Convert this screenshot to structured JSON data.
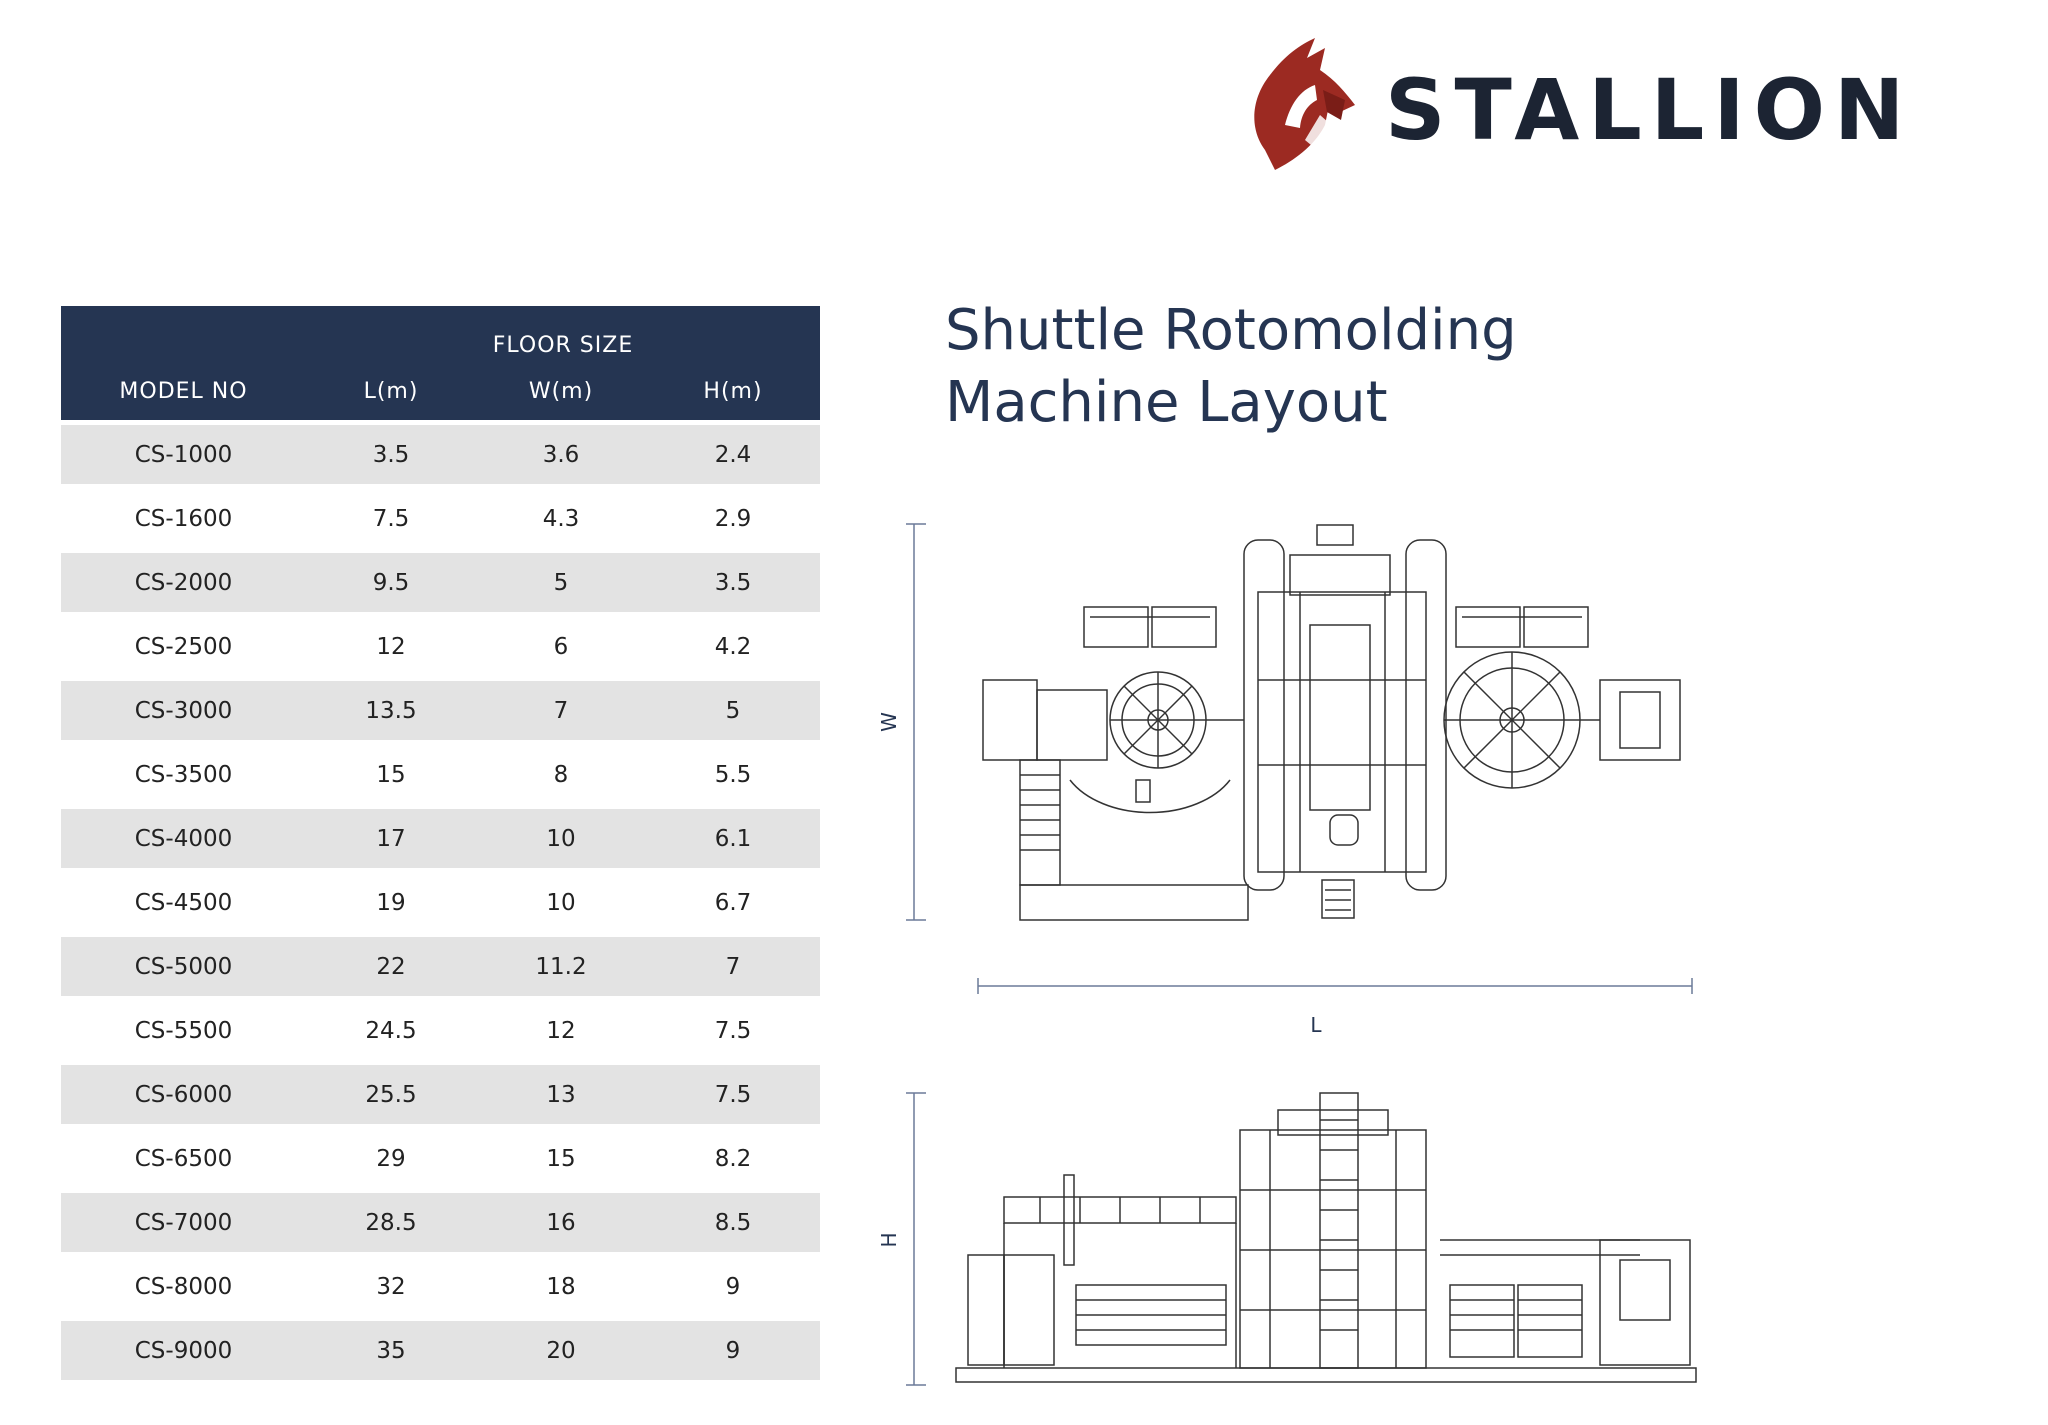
{
  "brand": {
    "name": "STALLION",
    "logo_icon": "stallion-horse-logo"
  },
  "title": {
    "line1": "Shuttle Rotomolding",
    "line2": "Machine Layout"
  },
  "table": {
    "group_header": "FLOOR SIZE",
    "columns": [
      "MODEL NO",
      "L(m)",
      "W(m)",
      "H(m)"
    ],
    "rows": [
      [
        "CS-1000",
        "3.5",
        "3.6",
        "2.4"
      ],
      [
        "CS-1600",
        "7.5",
        "4.3",
        "2.9"
      ],
      [
        "CS-2000",
        "9.5",
        "5",
        "3.5"
      ],
      [
        "CS-2500",
        "12",
        "6",
        "4.2"
      ],
      [
        "CS-3000",
        "13.5",
        "7",
        "5"
      ],
      [
        "CS-3500",
        "15",
        "8",
        "5.5"
      ],
      [
        "CS-4000",
        "17",
        "10",
        "6.1"
      ],
      [
        "CS-4500",
        "19",
        "10",
        "6.7"
      ],
      [
        "CS-5000",
        "22",
        "11.2",
        "7"
      ],
      [
        "CS-5500",
        "24.5",
        "12",
        "7.5"
      ],
      [
        "CS-6000",
        "25.5",
        "13",
        "7.5"
      ],
      [
        "CS-6500",
        "29",
        "15",
        "8.2"
      ],
      [
        "CS-7000",
        "28.5",
        "16",
        "8.5"
      ],
      [
        "CS-8000",
        "32",
        "18",
        "9"
      ],
      [
        "CS-9000",
        "35",
        "20",
        "9"
      ]
    ]
  },
  "drawing": {
    "w_label": "W",
    "l_label": "L",
    "h_label": "H"
  },
  "colors": {
    "header_bg": "#253552",
    "row_shade": "#e3e3e3",
    "logo_red": "#9c2a22",
    "logo_text": "#1c2433"
  }
}
